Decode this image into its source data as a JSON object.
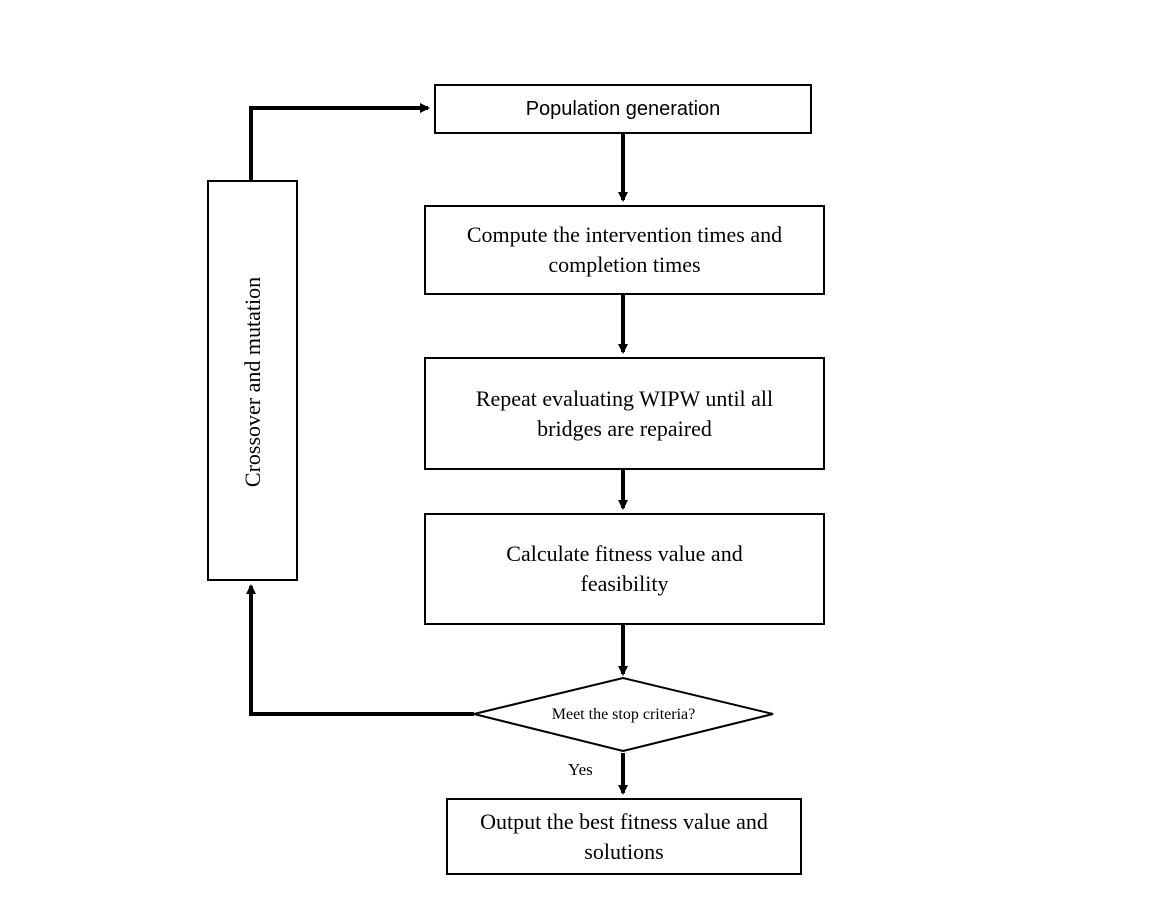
{
  "diagram": {
    "nodes": {
      "population": "Population generation",
      "compute": "Compute the intervention times and completion times",
      "repeat": "Repeat evaluating WIPW until all bridges are repaired",
      "fitness": "Calculate fitness value and feasibility",
      "decision": "Meet the stop criteria?",
      "output": "Output the best fitness value and solutions",
      "crossover": "Crossover and mutation"
    },
    "edge_labels": {
      "yes": "Yes"
    }
  }
}
